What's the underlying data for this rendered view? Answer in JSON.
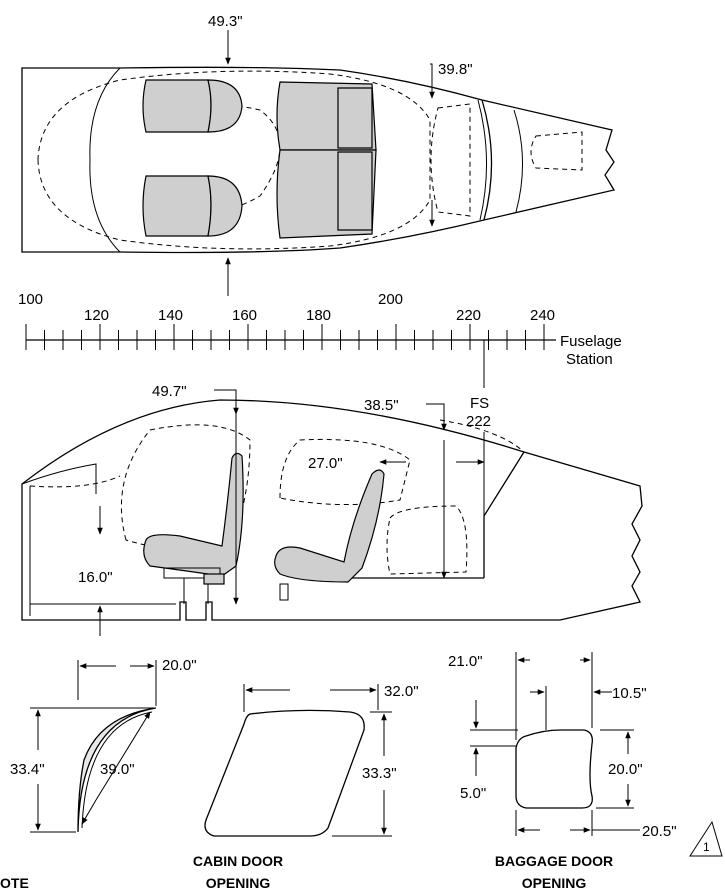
{
  "top_view": {
    "cabin_width_label": "49.3\"",
    "aft_width_label": "39.8\""
  },
  "scale": {
    "ticks": [
      "100",
      "120",
      "140",
      "160",
      "180",
      "200",
      "220",
      "240"
    ],
    "axis_label_line1": "Fuselage",
    "axis_label_line2": "Station"
  },
  "side_view": {
    "cabin_height_label": "49.7\"",
    "aft_height_label": "38.5\"",
    "fs_label": "FS",
    "fs_value": "222",
    "rear_length_label": "27.0\"",
    "floor_height_label": "16.0\""
  },
  "curved_opening": {
    "width_label": "20.0\"",
    "height_label": "33.4\"",
    "diagonal_label": "39.0\"",
    "caption": "OTE"
  },
  "cabin_door": {
    "width_label": "32.0\"",
    "height_label": "33.3\"",
    "caption_line1": "CABIN DOOR",
    "caption_line2": "OPENING"
  },
  "baggage_door": {
    "top_width_label": "21.0\"",
    "inset_label": "10.5\"",
    "height_label": "20.0\"",
    "sill_label": "5.0\"",
    "bottom_width_label": "20.5\"",
    "note_marker": "1",
    "caption_line1": "BAGGAGE DOOR",
    "caption_line2": "OPENING"
  }
}
